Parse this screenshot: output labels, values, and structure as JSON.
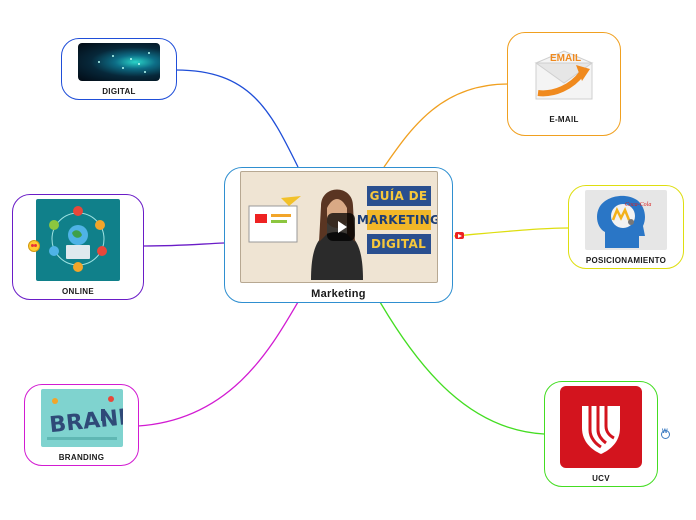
{
  "central": {
    "label": "Marketing",
    "video_title_lines": [
      "GUÍA DE",
      "MARKETING",
      "DIGITAL"
    ]
  },
  "nodes": {
    "digital": {
      "label": "DIGITAL",
      "color": "#1f4ed8"
    },
    "email": {
      "label": "E-MAIL",
      "color": "#f0a020",
      "thumb_text": "EMAIL"
    },
    "posicionamiento": {
      "label": "POSICIONAMIENTO",
      "color": "#dede10",
      "thumb_text": "Coca-Cola"
    },
    "online": {
      "label": "ONLINE",
      "color": "#6a1cc7"
    },
    "branding": {
      "label": "BRANDING",
      "color": "#d21bd2",
      "thumb_text": "BRAND"
    },
    "ucv": {
      "label": "UCV",
      "color": "#44dd22"
    }
  },
  "central_color": "#2f8fd0",
  "icons": [
    "youtube-icon",
    "heart-eyes-emoji-icon",
    "wordpress-icon",
    "play-icon"
  ]
}
